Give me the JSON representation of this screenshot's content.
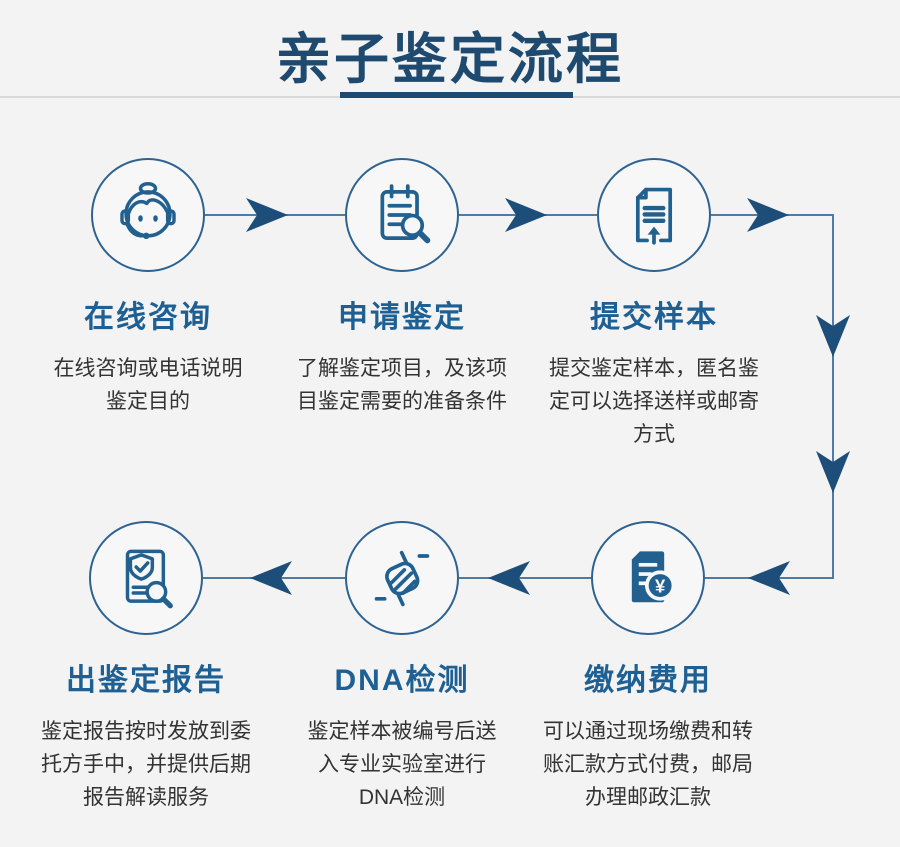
{
  "header": {
    "title": "亲子鉴定流程"
  },
  "colors": {
    "background": "#f3f3f3",
    "title_navy": "#1f4a70",
    "step_title_blue": "#1e6094",
    "icon_stroke": "#21608f",
    "arrowhead_fill": "#1d4e7a",
    "connector_line": "#4e7ba3",
    "circle_border": "#2e6391",
    "body_text": "#333333"
  },
  "steps": [
    {
      "order": 1,
      "icon": "customer-service-icon",
      "title": "在线咨询",
      "desc_lines": [
        "在线咨询或电话说明",
        "鉴定目的"
      ]
    },
    {
      "order": 2,
      "icon": "clipboard-search-icon",
      "title": "申请鉴定",
      "desc_lines": [
        "了解鉴定项目，及该项",
        "目鉴定需要的准备条件"
      ]
    },
    {
      "order": 3,
      "icon": "document-upload-icon",
      "title": "提交样本",
      "desc_lines": [
        "提交鉴定样本，匿名鉴",
        "定可以选择送样或邮寄",
        "方式"
      ]
    },
    {
      "order": 4,
      "icon": "invoice-yuan-icon",
      "title": "缴纳费用",
      "desc_lines": [
        "可以通过现场缴费和转",
        "账汇款方式付费，邮局",
        "办理邮政汇款"
      ]
    },
    {
      "order": 5,
      "icon": "dna-icon",
      "title": "DNA检测",
      "desc_lines": [
        "鉴定样本被编号后送",
        "入专业实验室进行",
        "DNA检测"
      ]
    },
    {
      "order": 6,
      "icon": "report-verified-icon",
      "title": "出鉴定报告",
      "desc_lines": [
        "鉴定报告按时发放到委",
        "托方手中，并提供后期",
        "报告解读服务"
      ]
    }
  ]
}
